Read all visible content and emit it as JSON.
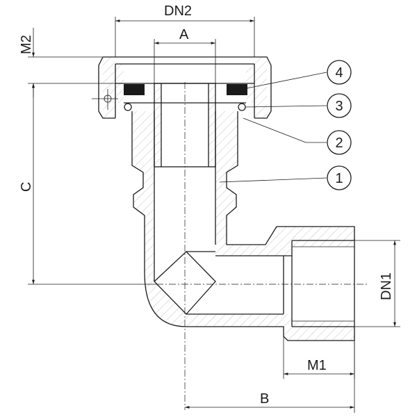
{
  "dimensions": {
    "dn2": "DN2",
    "a": "A",
    "m2": "M2",
    "c": "C",
    "dn1": "DN1",
    "m1": "M1",
    "b": "B"
  },
  "callouts": [
    {
      "id": "4",
      "label": "4"
    },
    {
      "id": "3",
      "label": "3"
    },
    {
      "id": "2",
      "label": "2"
    },
    {
      "id": "1",
      "label": "1"
    }
  ],
  "colors": {
    "line": "#1a1a1a",
    "hatch": "#9a9a9a",
    "background": "#ffffff"
  }
}
